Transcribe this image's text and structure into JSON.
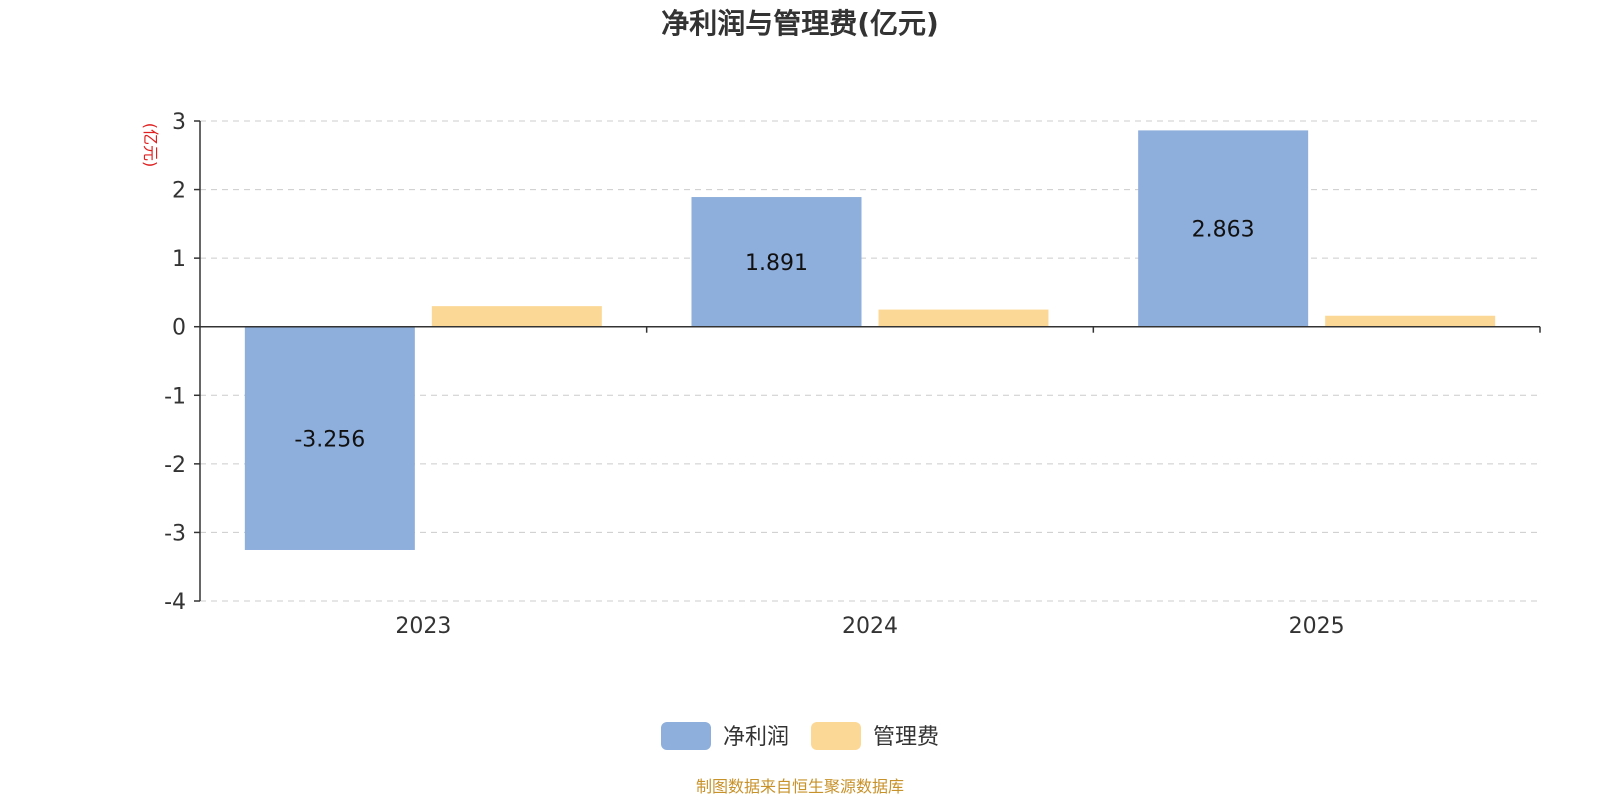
{
  "chart_data": {
    "type": "bar",
    "title": "净利润与管理费(亿元)",
    "unit_label": "(亿元)",
    "categories": [
      "2023",
      "2024",
      "2025"
    ],
    "series": [
      {
        "name": "净利润",
        "values": [
          -3.256,
          1.891,
          2.863
        ],
        "color": "#8eaedb",
        "labels": [
          "-3.256",
          "1.891",
          "2.863"
        ]
      },
      {
        "name": "管理费",
        "values": [
          0.3,
          0.25,
          0.16
        ],
        "color": "#fcd896"
      }
    ],
    "ylim": [
      -4,
      3
    ],
    "yticks": [
      3,
      2,
      1,
      0,
      -1,
      -2,
      -3,
      -4
    ],
    "grid": true,
    "legend_position": "bottom-center"
  },
  "source_note": "制图数据来自恒生聚源数据库"
}
